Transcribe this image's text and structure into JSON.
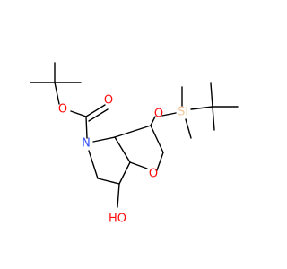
{
  "molecule": {
    "atoms": {
      "n_label": "N",
      "carbonyl_o": "O",
      "ester_o": "O",
      "ring_o": "O",
      "silyl_ether_o": "O",
      "si_label": "Si",
      "hydroxyl": "HO"
    },
    "colors": {
      "bond": "#000000",
      "nitrogen": "#3050F8",
      "oxygen": "#FF0D0D",
      "silicon": "#F0C8A0",
      "text_dark": "#000000"
    }
  }
}
